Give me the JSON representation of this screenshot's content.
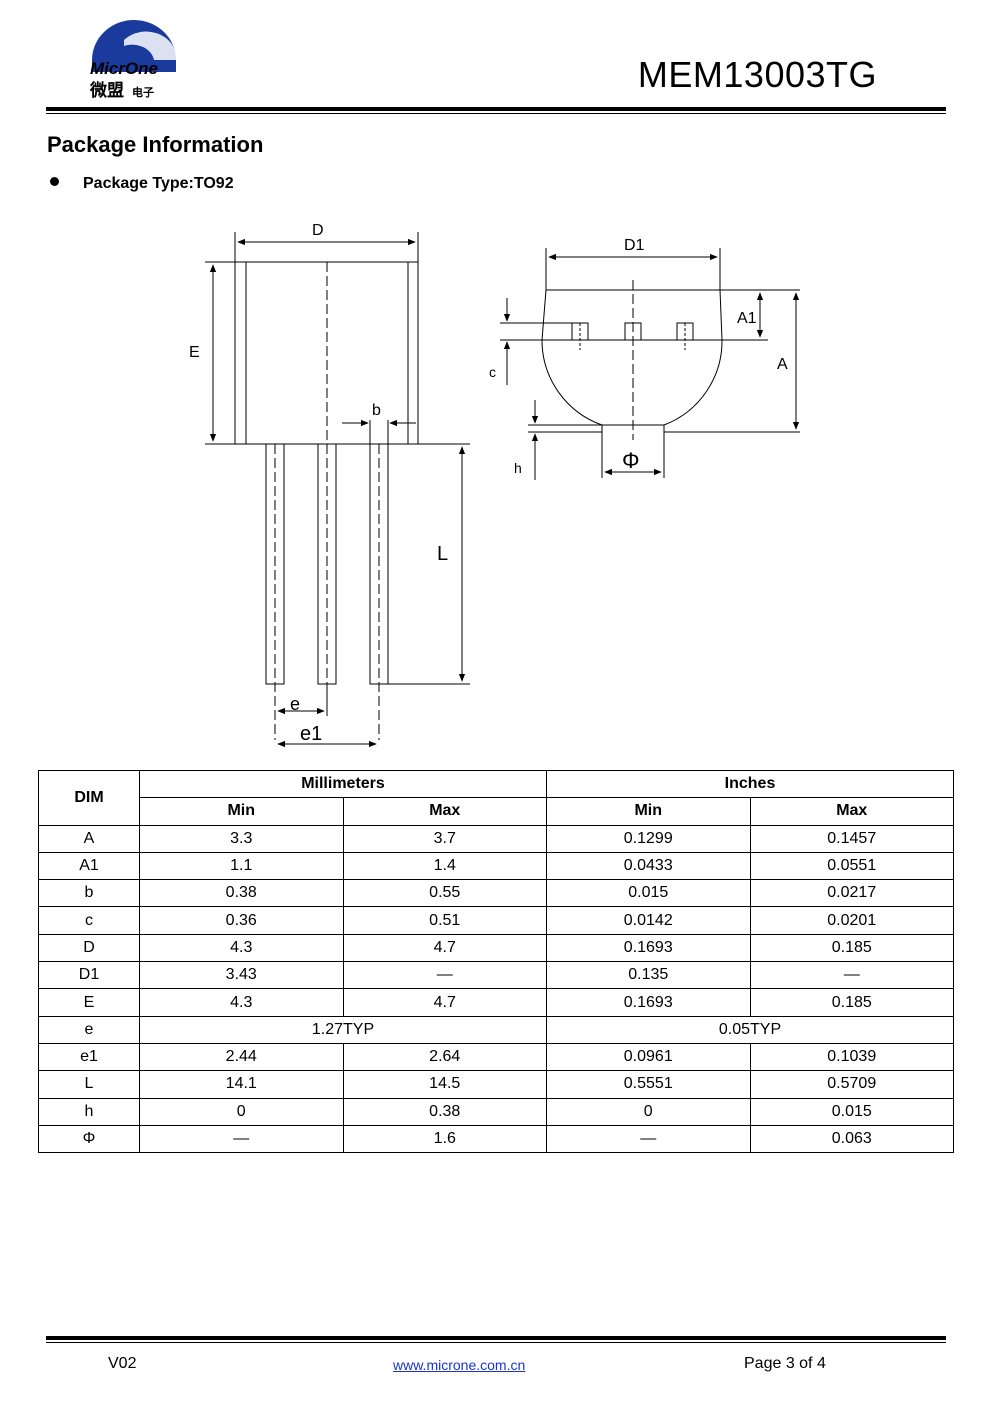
{
  "header": {
    "logo_text_en": "MicrOne",
    "logo_text_cn": "微盟",
    "logo_text_cn_small": "电子",
    "part_number": "MEM13003TG",
    "brand_color": "#1a3a9e"
  },
  "section": {
    "title": "Package Information",
    "bullet": "Package Type:TO92"
  },
  "drawing_labels": {
    "D": "D",
    "E": "E",
    "b": "b",
    "L": "L",
    "e": "e",
    "e1": "e1",
    "D1": "D1",
    "A1": "A1",
    "A": "A",
    "c": "c",
    "h": "h",
    "phi": "Φ"
  },
  "table": {
    "dim_header": "DIM",
    "mm_header": "Millimeters",
    "in_header": "Inches",
    "min_label": "Min",
    "max_label": "Max",
    "rows": [
      {
        "dim": "A",
        "mm_min": "3.3",
        "mm_max": "3.7",
        "in_min": "0.1299",
        "in_max": "0.1457"
      },
      {
        "dim": "A1",
        "mm_min": "1.1",
        "mm_max": "1.4",
        "in_min": "0.0433",
        "in_max": "0.0551"
      },
      {
        "dim": "b",
        "mm_min": "0.38",
        "mm_max": "0.55",
        "in_min": "0.015",
        "in_max": "0.0217"
      },
      {
        "dim": "c",
        "mm_min": "0.36",
        "mm_max": "0.51",
        "in_min": "0.0142",
        "in_max": "0.0201"
      },
      {
        "dim": "D",
        "mm_min": "4.3",
        "mm_max": "4.7",
        "in_min": "0.1693",
        "in_max": "0.185"
      },
      {
        "dim": "D1",
        "mm_min": "3.43",
        "mm_max": "—",
        "in_min": "0.135",
        "in_max": "—"
      },
      {
        "dim": "E",
        "mm_min": "4.3",
        "mm_max": "4.7",
        "in_min": "0.1693",
        "in_max": "0.185"
      },
      {
        "dim": "e",
        "mm_typ": "1.27TYP",
        "in_typ": "0.05TYP"
      },
      {
        "dim": "e1",
        "mm_min": "2.44",
        "mm_max": "2.64",
        "in_min": "0.0961",
        "in_max": "0.1039"
      },
      {
        "dim": "L",
        "mm_min": "14.1",
        "mm_max": "14.5",
        "in_min": "0.5551",
        "in_max": "0.5709"
      },
      {
        "dim": "h",
        "mm_min": "0",
        "mm_max": "0.38",
        "in_min": "0",
        "in_max": "0.015"
      },
      {
        "dim": "Φ",
        "mm_min": "—",
        "mm_max": "1.6",
        "in_min": "—",
        "in_max": "0.063"
      }
    ]
  },
  "footer": {
    "version": "V02",
    "url": "www.microne.com.cn",
    "page": "Page 3 of 4",
    "link_color": "#1a33cc"
  }
}
